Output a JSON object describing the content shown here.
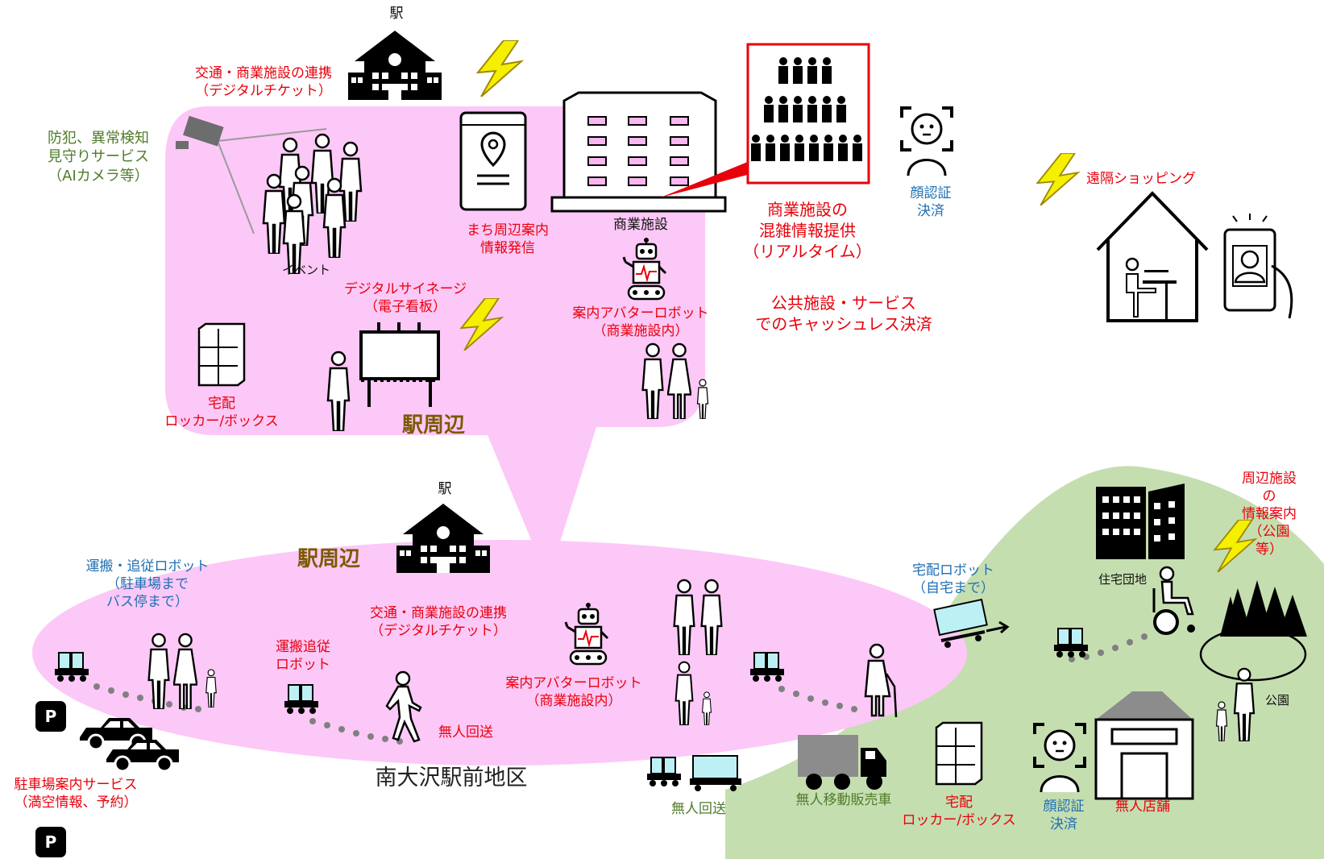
{
  "labels": {
    "station_top": "駅",
    "traffic_link_top": "交通・商業施設の連携\n（デジタルチケット）",
    "crime_prevention": "防犯、異常検知\n見守りサービス\n（AIカメラ等）",
    "event": "イベント",
    "town_info": "まち周辺案内\n情報発信",
    "commercial_facility": "商業施設",
    "congestion_info": "商業施設の\n混雑情報提供\n（リアルタイム）",
    "face_auth_top": "顔認証\n決済",
    "remote_shopping": "遠隔ショッピング",
    "digital_signage": "デジタルサイネージ\n（電子看板）",
    "avatar_robot_top": "案内アバターロボット\n（商業施設内）",
    "cashless": "公共施設・サービス\nでのキャッシュレス決済",
    "locker_top": "宅配\nロッカー/ボックス",
    "station_area_top": "駅周辺",
    "station_bottom": "駅",
    "station_area_bottom": "駅周辺",
    "carry_robot": "運搬・追従ロボット\n（駐車場まで\nバス停まで）",
    "traffic_link_bottom": "交通・商業施設の連携\n（デジタルチケット）",
    "carry_follow_robot": "運搬追従\nロボット",
    "unmanned_return_1": "無人回送",
    "avatar_robot_bottom": "案内アバターロボット\n（商業施設内）",
    "district": "南大沢駅前地区",
    "parking_service": "駐車場案内サービス\n（満空情報、予約）",
    "parking_mark_1": "P",
    "parking_mark_2": "P",
    "unmanned_return_2": "無人回送",
    "mobile_sales": "無人移動販売車",
    "locker_bottom": "宅配\nロッカー/ボックス",
    "face_auth_bottom": "顔認証\n決済",
    "unmanned_store": "無人店舗",
    "delivery_robot": "宅配ロボット\n（自宅まで）",
    "housing_complex": "住宅団地",
    "nearby_info": "周辺施設の\n情報案内\n（公園等）",
    "park": "公園"
  },
  "colors": {
    "pink_area": "#fcc8f7",
    "green_area": "#c5deb0",
    "red_text": "#e8000b",
    "green_text": "#4f7b2a",
    "blue_text": "#1f6fb3",
    "lightning": "#f4f000",
    "robot_cargo": "#bdf0f4"
  },
  "icons": [
    "station-icon",
    "cctv-camera-icon",
    "smartphone-map-icon",
    "building-icon",
    "crowd-icon",
    "face-auth-icon",
    "house-remote-icon",
    "signage-icon",
    "robot-icon",
    "locker-icon",
    "person-icon",
    "family-icon",
    "car-icon",
    "truck-icon",
    "store-icon",
    "apartment-icon",
    "wheelchair-icon",
    "forest-icon",
    "lightning-icon"
  ]
}
